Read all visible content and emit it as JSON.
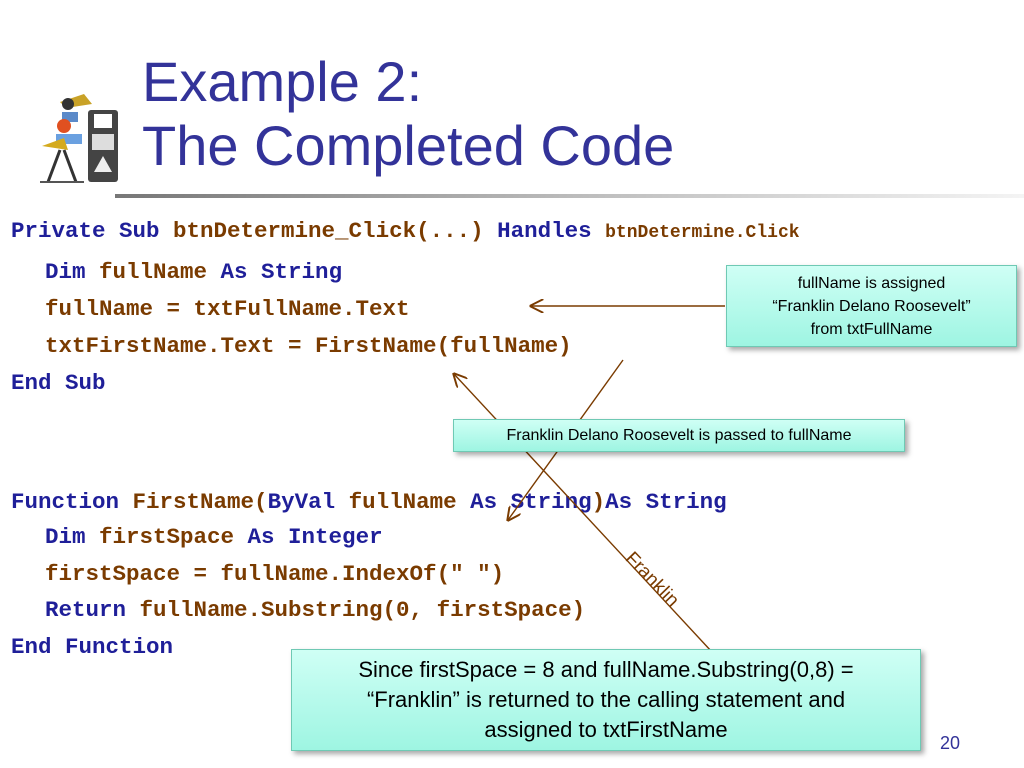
{
  "slide": {
    "title_line1": "Example 2:",
    "title_line2": "The Completed Code",
    "page_number": "20"
  },
  "code": {
    "line1": {
      "kw1": "Private Sub ",
      "tx1": "btnDetermine_Click(...) ",
      "kw2": "Handles ",
      "tx2": "btnDetermine.Click"
    },
    "line2": {
      "kw1": "Dim ",
      "tx1": "fullName ",
      "kw2": "As String"
    },
    "line3": {
      "tx1": "fullName = txtFullName.Text"
    },
    "line4": {
      "tx1": "txtFirstName.Text = FirstName(fullName)"
    },
    "line5": {
      "kw1": "End Sub"
    },
    "line6": {
      "kw1": "Function ",
      "tx1": "FirstName(",
      "kw2": "ByVal ",
      "tx2": "fullName ",
      "kw3": "As String",
      "tx3": ")",
      "kw4": "As String"
    },
    "line7": {
      "kw1": "Dim ",
      "tx1": "firstSpace ",
      "kw2": "As Integer"
    },
    "line8": {
      "tx1": "firstSpace = fullName.IndexOf(\" \")"
    },
    "line9": {
      "kw1": "Return ",
      "tx1": "fullName.Substring(0, firstSpace)"
    },
    "line10": {
      "kw1": "End Function"
    }
  },
  "callouts": {
    "assigned": {
      "l1": "fullName is assigned",
      "l2": "“Franklin Delano Roosevelt”",
      "l3": "from txtFullName"
    },
    "passed": "Franklin Delano Roosevelt is passed to fullName",
    "returned": {
      "l1": "Since firstSpace  = 8 and fullName.Substring(0,8) =",
      "l2": "“Franklin” is returned to the calling statement and",
      "l3": "assigned to txtFirstName"
    },
    "arrow_label": "Franklin"
  },
  "colors": {
    "keyword": "#1f1f99",
    "identifier": "#7a3b00",
    "title": "#333399",
    "callout_fill": "#bff9ec",
    "arrow": "#7a3b00"
  },
  "icons": {
    "logo": "people-shapes-logo-icon"
  }
}
